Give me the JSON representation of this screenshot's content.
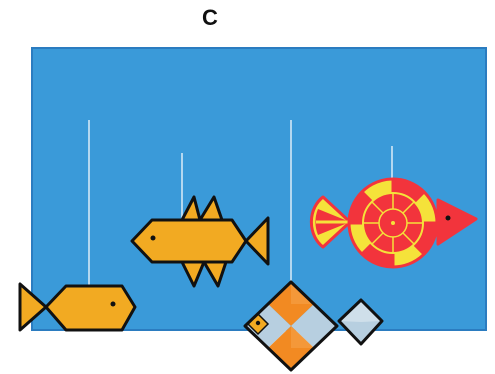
{
  "panel": {
    "label": "C"
  },
  "colors": {
    "water": "#3a9ad9",
    "water_outline": "#2b7cc0",
    "string": "#dcecf7",
    "outline": "#111111",
    "gold": "#f2aa22",
    "orange": "#f28a22",
    "light_blue": "#b7cfe0",
    "red": "#f2343c",
    "yellow": "#f5e23a"
  },
  "objects": [
    {
      "name": "gold-pentagon-fish",
      "color": "gold"
    },
    {
      "name": "gold-spiny-fish",
      "color": "gold"
    },
    {
      "name": "diamond-fish",
      "color": "orange"
    },
    {
      "name": "red-round-fish",
      "color": "red"
    }
  ]
}
